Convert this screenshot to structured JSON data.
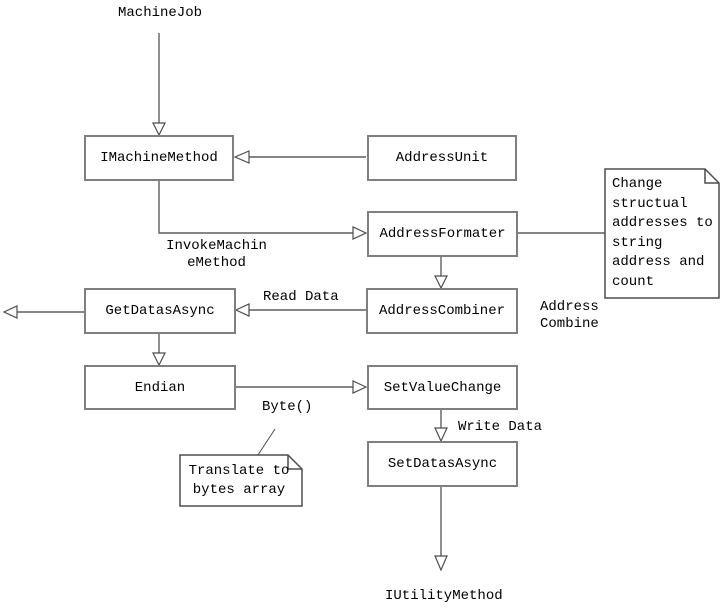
{
  "diagram": {
    "background": "#ffffff",
    "colors": {
      "node_border": "#7f7f7f",
      "connector": "#5f5f5f",
      "arrowhead_fill": "#ffffff",
      "text": "#000000"
    },
    "nodes": {
      "imachinemethod": {
        "label": "IMachineMethod"
      },
      "addressunit": {
        "label": "AddressUnit"
      },
      "addressformater": {
        "label": "AddressFormater"
      },
      "addresscombiner": {
        "label": "AddressCombiner"
      },
      "getdatasasync": {
        "label": "GetDatasAsync"
      },
      "endian": {
        "label": "Endian"
      },
      "setvaluechange": {
        "label": "SetValueChange"
      },
      "setdatasasync": {
        "label": "SetDatasAsync"
      }
    },
    "labels": {
      "machinejob": "MachineJob",
      "invokemachinemethod": {
        "line1": "InvokeMachin",
        "line2": "eMethod"
      },
      "read_data": "Read Data",
      "address_combine": {
        "line1": "Address",
        "line2": "Combine"
      },
      "byte": "Byte()",
      "write_data": "Write Data",
      "iutilitymethod": "IUtilityMethod"
    },
    "notes": {
      "change_structural": {
        "lines": [
          "Change",
          "structual",
          "addresses to",
          "string",
          "address and",
          "count"
        ]
      },
      "translate_bytes": {
        "lines": [
          "Translate to",
          "bytes array"
        ]
      }
    }
  }
}
